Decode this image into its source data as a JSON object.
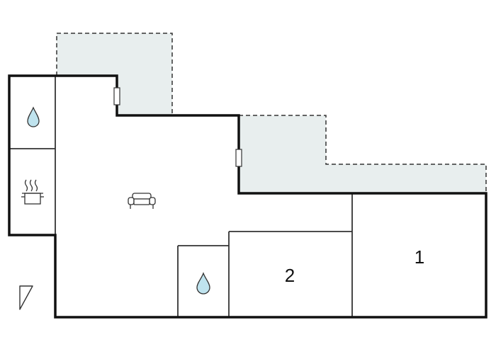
{
  "colors": {
    "wall": "#111111",
    "interior_line": "#333333",
    "terrace_fill": "#e8eeee",
    "terrace_border": "#333333",
    "water_drop": "#bfe3ee",
    "background": "#ffffff"
  },
  "rooms": [
    {
      "id": "bedroom-1",
      "label": "1"
    },
    {
      "id": "bedroom-2",
      "label": "2"
    }
  ],
  "icons": {
    "bathroom_top": "water-drop-icon",
    "kitchen": "cooking-pot-icon",
    "living": "sofa-icon",
    "bathroom_bottom": "water-drop-icon",
    "orientation": "north-arrow-icon"
  }
}
